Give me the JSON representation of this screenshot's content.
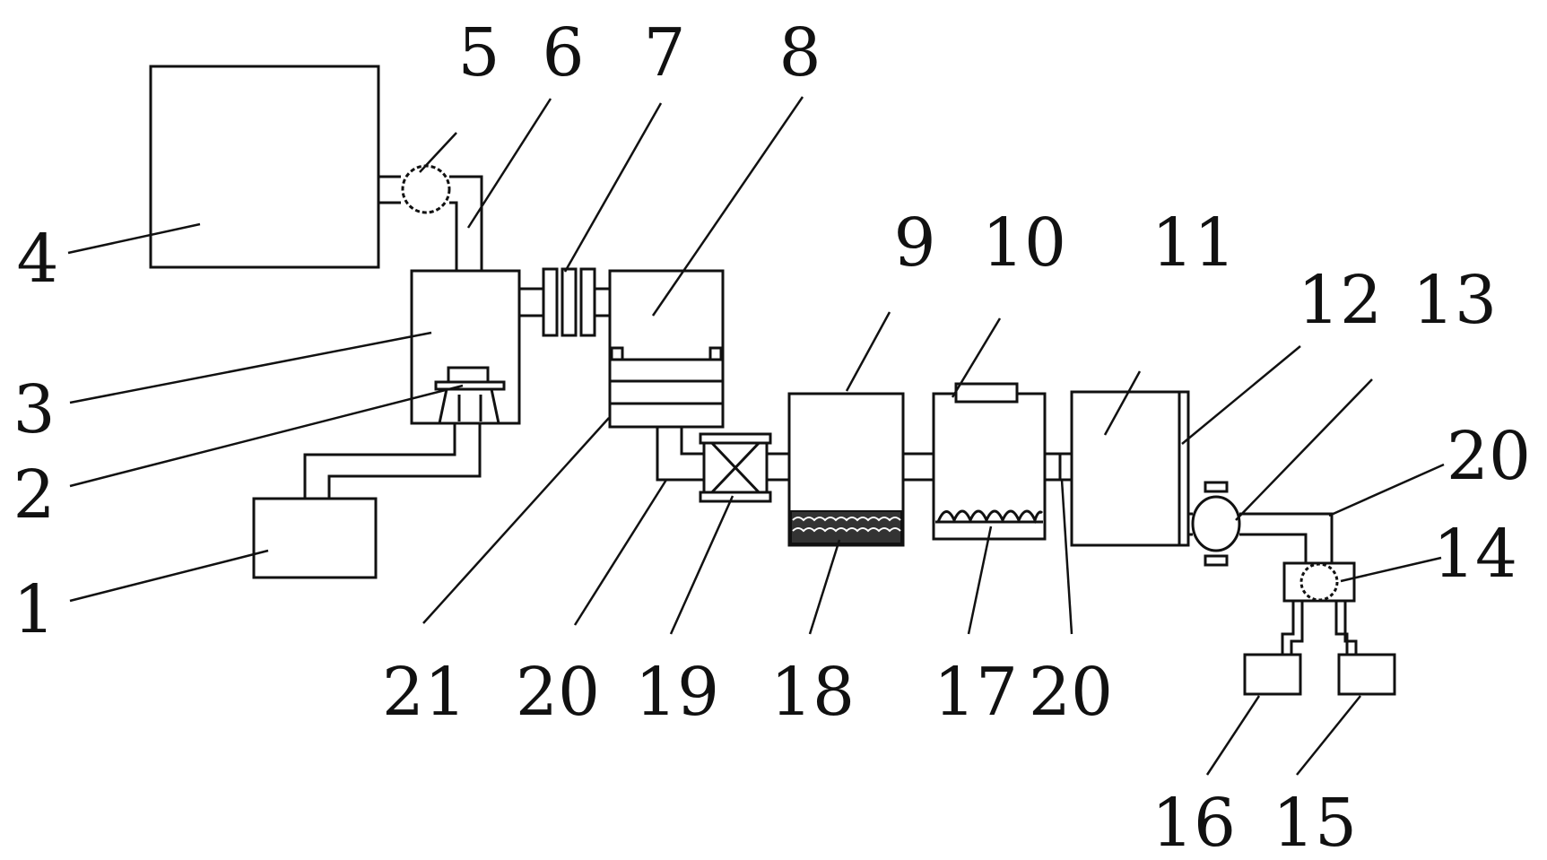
{
  "labels": {
    "n1": "1",
    "n2": "2",
    "n3": "3",
    "n4": "4",
    "n5": "5",
    "n6": "6",
    "n7": "7",
    "n8": "8",
    "n9": "9",
    "n10": "10",
    "n11": "11",
    "n12": "12",
    "n13": "13",
    "n14": "14",
    "n15": "15",
    "n16": "16",
    "n17": "17",
    "n18": "18",
    "n19": "19",
    "n20a": "20",
    "n20b": "20",
    "n20c": "20",
    "n21": "21"
  }
}
